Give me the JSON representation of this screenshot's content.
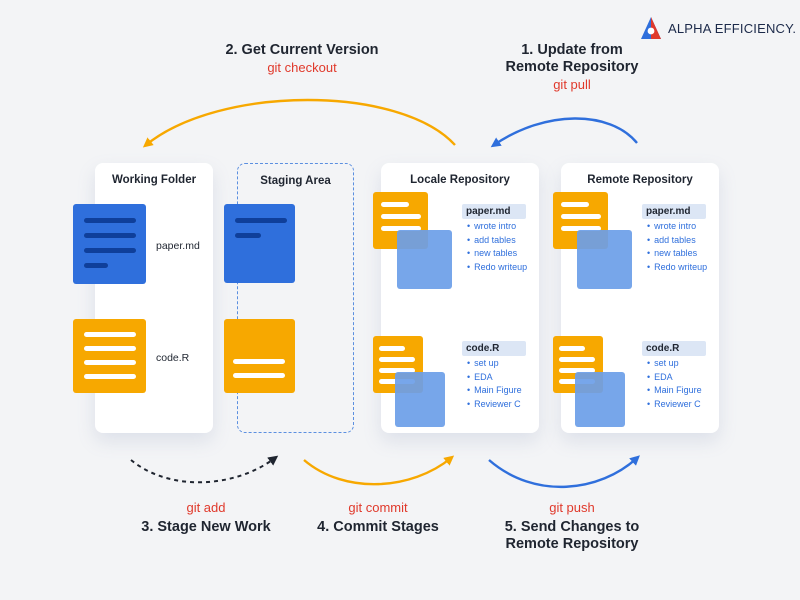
{
  "brand": {
    "name": "ALPHA EFFICIENCY."
  },
  "steps": {
    "update": {
      "title": "1. Update from\nRemote Repository",
      "command": "git pull"
    },
    "checkout": {
      "title": "2. Get Current Version",
      "command": "git checkout"
    },
    "stage": {
      "title": "3. Stage New Work",
      "command": "git add"
    },
    "commit": {
      "title": "4. Commit Stages",
      "command": "git commit"
    },
    "push": {
      "title": "5. Send Changes to\nRemote Repository",
      "command": "git push"
    }
  },
  "panels": {
    "working": {
      "title": "Working Folder",
      "file1": "paper.md",
      "file2": "code.R"
    },
    "staging": {
      "title": "Staging Area"
    },
    "local": {
      "title": "Locale Repository",
      "paper": {
        "name": "paper.md",
        "commits": [
          "wrote intro",
          "add tables",
          "new tables",
          "Redo writeup"
        ]
      },
      "code": {
        "name": "code.R",
        "commits": [
          "set up",
          "EDA",
          "Main Figure",
          "Reviewer C"
        ]
      }
    },
    "remote": {
      "title": "Remote Repository",
      "paper": {
        "name": "paper.md",
        "commits": [
          "wrote intro",
          "add tables",
          "new tables",
          "Redo writeup"
        ]
      },
      "code": {
        "name": "code.R",
        "commits": [
          "set up",
          "EDA",
          "Main Figure",
          "Reviewer C"
        ]
      }
    }
  },
  "colors": {
    "blue": "#2f6fdc",
    "orange": "#f7a800",
    "red": "#e0392b",
    "arrow_blue": "#2f6fdc",
    "arrow_orange": "#f7a800",
    "arrow_dark": "#1f2530"
  }
}
